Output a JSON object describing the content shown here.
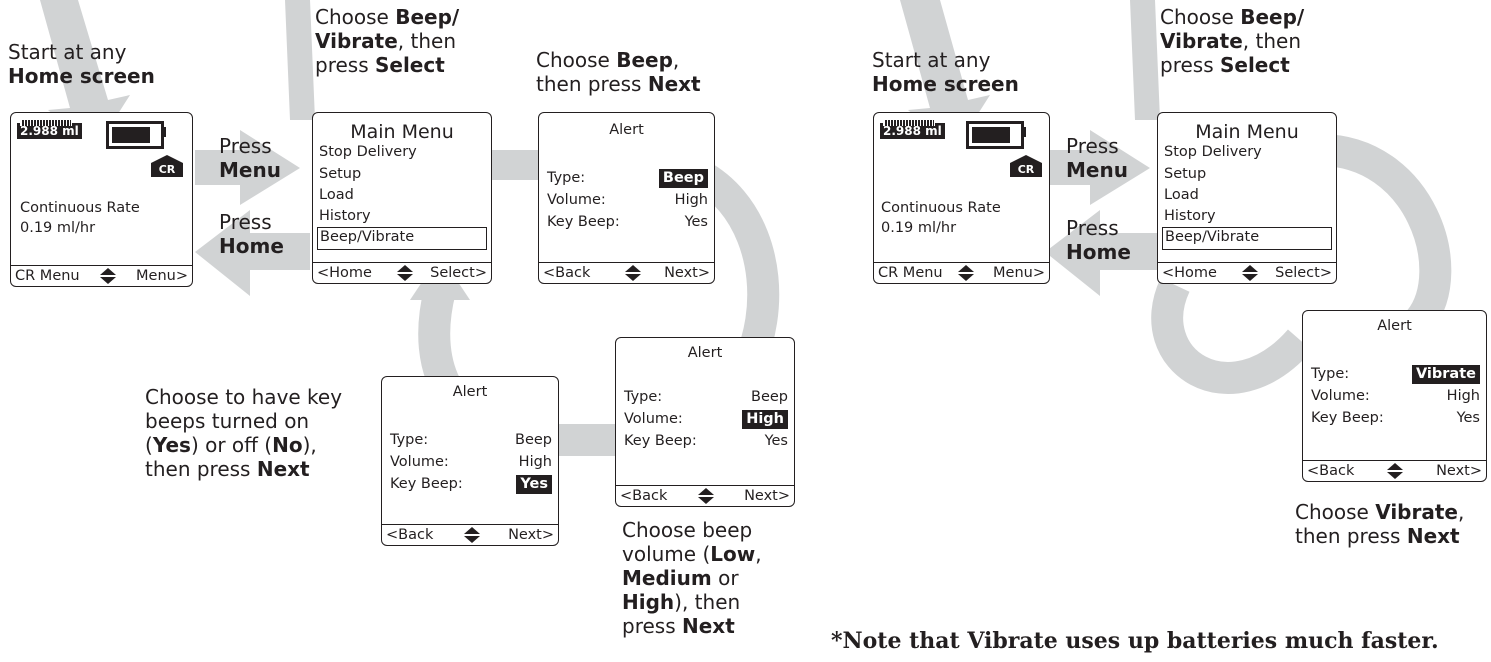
{
  "left_flow": {
    "step_start": {
      "line1": "Start at any",
      "line2": "Home screen"
    },
    "step_beepvibrate": {
      "line1_pre": "Choose ",
      "line1_bold": "Beep/",
      "line2_bold": "Vibrate",
      "line2_post": ", then",
      "line3_pre": "press ",
      "line3_bold": "Select"
    },
    "step_beep": {
      "line1_pre": "Choose ",
      "line1_bold": "Beep",
      "line1_post": ",",
      "line2_pre": "then press ",
      "line2_bold": "Next"
    },
    "press_menu": {
      "line1": "Press",
      "line2": "Menu"
    },
    "press_home": {
      "line1": "Press",
      "line2": "Home"
    },
    "step_keybeep": {
      "line1": "Choose to have key",
      "line2": "beeps turned on",
      "line3_a": "(",
      "line3_b": "Yes",
      "line3_c": ") or off (",
      "line3_d": "No",
      "line3_e": "),",
      "line4_pre": "then press ",
      "line4_bold": "Next"
    },
    "step_volume": {
      "line1": "Choose beep",
      "line2_pre": "volume (",
      "line2_bold": "Low",
      "line2_post": ",",
      "line3_bold": "Medium",
      "line3_post": " or",
      "line4_bold": "High",
      "line4_post": "), then",
      "line5_pre": "press ",
      "line5_bold": "Next"
    }
  },
  "right_flow": {
    "step_start": {
      "line1": "Start at any",
      "line2": "Home screen"
    },
    "step_beepvibrate": {
      "line1_pre": "Choose ",
      "line1_bold": "Beep/",
      "line2_bold": "Vibrate",
      "line2_post": ", then",
      "line3_pre": "press ",
      "line3_bold": "Select"
    },
    "press_menu": {
      "line1": "Press",
      "line2": "Menu"
    },
    "press_home": {
      "line1": "Press",
      "line2": "Home"
    },
    "step_vibrate": {
      "line1_pre": "Choose ",
      "line1_bold": "Vibrate",
      "line1_post": ",",
      "line2_pre": "then press ",
      "line2_bold": "Next"
    }
  },
  "home_screen": {
    "volume": "2.988 ml",
    "mode_badge": "CR",
    "mode_line1": "Continuous Rate",
    "mode_line2": "0.19 ml/hr",
    "soft_left": "CR Menu",
    "soft_right": "Menu>"
  },
  "main_menu": {
    "title": "Main Menu",
    "items": [
      "Stop Delivery",
      "Setup",
      "Load",
      "History",
      "Beep/Vibrate"
    ],
    "soft_left": "<Home",
    "soft_right": "Select>"
  },
  "alert_screen": {
    "title": "Alert",
    "type_label": "Type:",
    "volume_label": "Volume:",
    "keybeep_label": "Key Beep:",
    "type_beep": "Beep",
    "type_vibrate": "Vibrate",
    "volume_value": "High",
    "keybeep_value": "Yes",
    "soft_left": "<Back",
    "soft_right": "Next>"
  },
  "note": "*Note that Vibrate uses up batteries much faster.",
  "colors": {
    "arrow": "#d1d3d4",
    "ink": "#231f20"
  }
}
